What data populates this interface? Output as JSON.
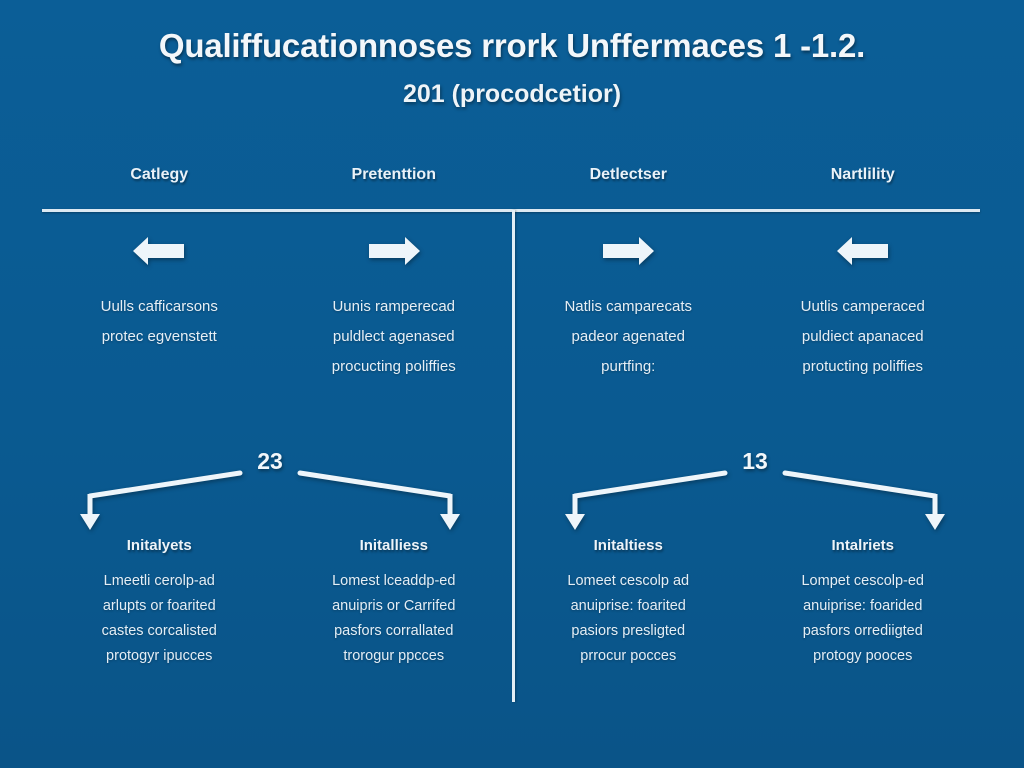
{
  "slide": {
    "background_color": "#0b5c94",
    "text_color": "#eaf2f8",
    "title": "Qualiffucationnoses rrork Unffermaces 1 -1.2.",
    "subtitle": "201 (procodcetior)"
  },
  "columns": [
    {
      "header": "Catlegy",
      "arrow": "arrow-left-icon",
      "lines": [
        "Uulls cafficarsons",
        "protec egvenstett"
      ],
      "sub_heading": "Initalyets",
      "sub_lines": [
        "Lmeetli cerolp-ad",
        "arlupts or foarited",
        "castes corcalisted",
        "protogyr ipucces"
      ]
    },
    {
      "header": "Pretenttion",
      "arrow": "arrow-right-icon",
      "lines": [
        "Uunis ramperecad",
        "puldlect agenased",
        "procucting poliffies"
      ],
      "sub_heading": "Initalliess",
      "sub_lines": [
        "Lomest lceaddp-ed",
        "anuipris or Carrifed",
        "pasfors corrallated",
        "trorogur ppcces"
      ]
    },
    {
      "header": "Detlectser",
      "arrow": "arrow-right-icon",
      "lines": [
        "Natlis camparecats",
        "padeor agenated",
        "purtfing:"
      ],
      "sub_heading": "Initaltiess",
      "sub_lines": [
        "Lomeet cescolp ad",
        "anuiprise: foarited",
        "pasiors presligted",
        "prrocur pocces"
      ]
    },
    {
      "header": "Nartlility",
      "arrow": "arrow-left-icon",
      "lines": [
        "Uutlis camperaced",
        "puldiect apanaced",
        "protucting poliffies"
      ],
      "sub_heading": "Intalriets",
      "sub_lines": [
        "Lompet cescolp-ed",
        "anuiprise: foarided",
        "pasfors orrediigted",
        "protogy pooces"
      ]
    }
  ],
  "branches": [
    {
      "label": "23",
      "name": "branch-connector-left"
    },
    {
      "label": "13",
      "name": "branch-connector-right"
    }
  ]
}
